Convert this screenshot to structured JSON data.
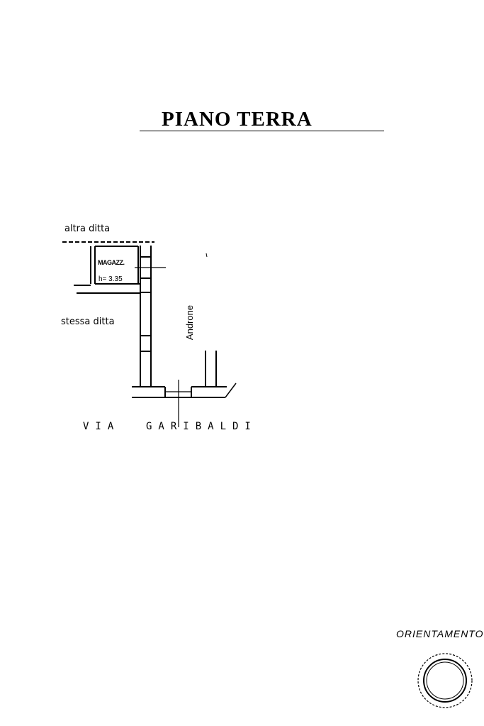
{
  "document": {
    "title": "PIANO TERRA"
  },
  "labels": {
    "neighbor_top": "altra ditta",
    "same_owner": "stessa ditta",
    "room_name": "MAGAZZ.",
    "room_height": "h= 3.35",
    "corridor": "Androne"
  },
  "street": {
    "prefix": "VIA",
    "name": "GARIBALDI"
  },
  "compass": {
    "label": "ORIENTAMENTO"
  }
}
